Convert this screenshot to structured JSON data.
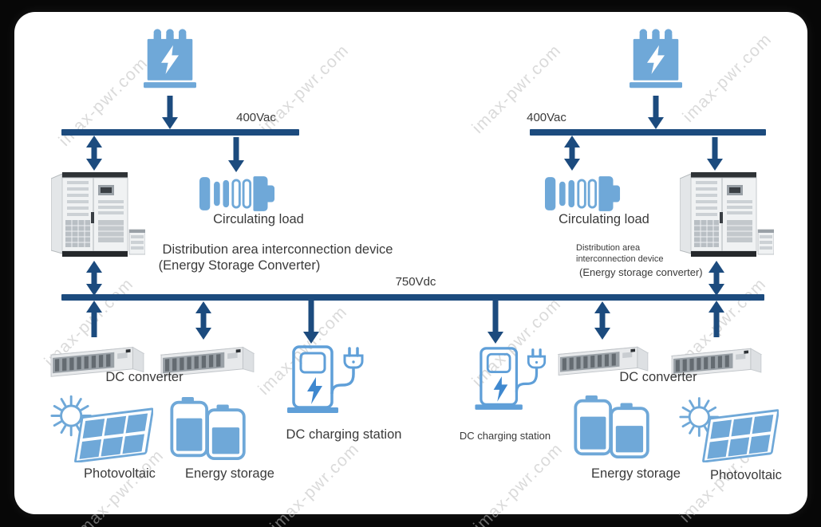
{
  "watermark": "imax-pwr.com",
  "bus": {
    "ac_label_left": "400Vac",
    "ac_label_right": "400Vac",
    "dc_label": "750Vdc"
  },
  "left": {
    "circulating_load": "Circulating load",
    "device_line1": "Distribution area interconnection device",
    "device_line2": "(Energy Storage Converter)",
    "dc_converter": "DC converter",
    "charging_station": "DC charging station",
    "photovoltaic": "Photovoltaic",
    "energy_storage": "Energy storage"
  },
  "right": {
    "circulating_load": "Circulating load",
    "device_line1": "Distribution area",
    "device_line2": "interconnection device",
    "device_line3": "(Energy storage converter)",
    "dc_converter": "DC converter",
    "charging_station": "DC charging station",
    "photovoltaic": "Photovoltaic",
    "energy_storage": "Energy storage"
  },
  "colors": {
    "bus": "#1c4b7e",
    "icon_blue": "#6fa8d8",
    "icon_outline": "#5f9fd8",
    "text": "#3a3a3a",
    "watermark": "#bcbcbc"
  }
}
